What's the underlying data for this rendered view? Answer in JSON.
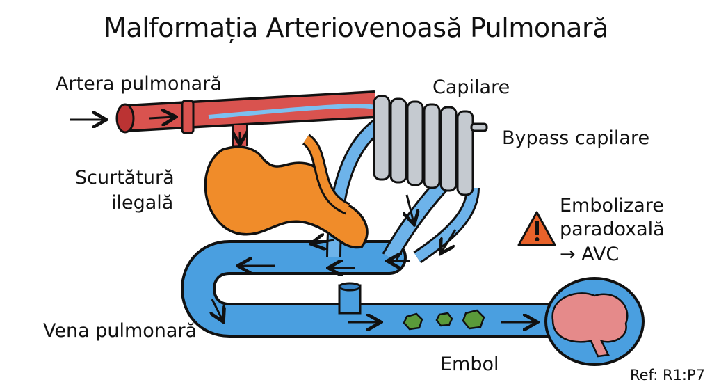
{
  "title": "Malformația Arteriovenoasă Pulmonară",
  "labels": {
    "artery": "Artera pulmonară",
    "capillaries": "Capilare",
    "bypass": "Bypass capilare",
    "shunt_line1": "Scurtătură",
    "shunt_line2": "ilegală",
    "embolism_line1": "Embolizare",
    "embolism_line2": "paradoxală",
    "embolism_line3": "→ AVC",
    "vein": "Vena pulmonară",
    "embolus": "Embol"
  },
  "ref": "Ref: R1:P7",
  "colors": {
    "artery": "#d9534f",
    "vein": "#4a9fe0",
    "malformation": "#f08c2a",
    "capillary": "#b8bec4",
    "warning": "#e8622a",
    "brain": "#e58a8a",
    "embolus": "#5a9a3a"
  }
}
